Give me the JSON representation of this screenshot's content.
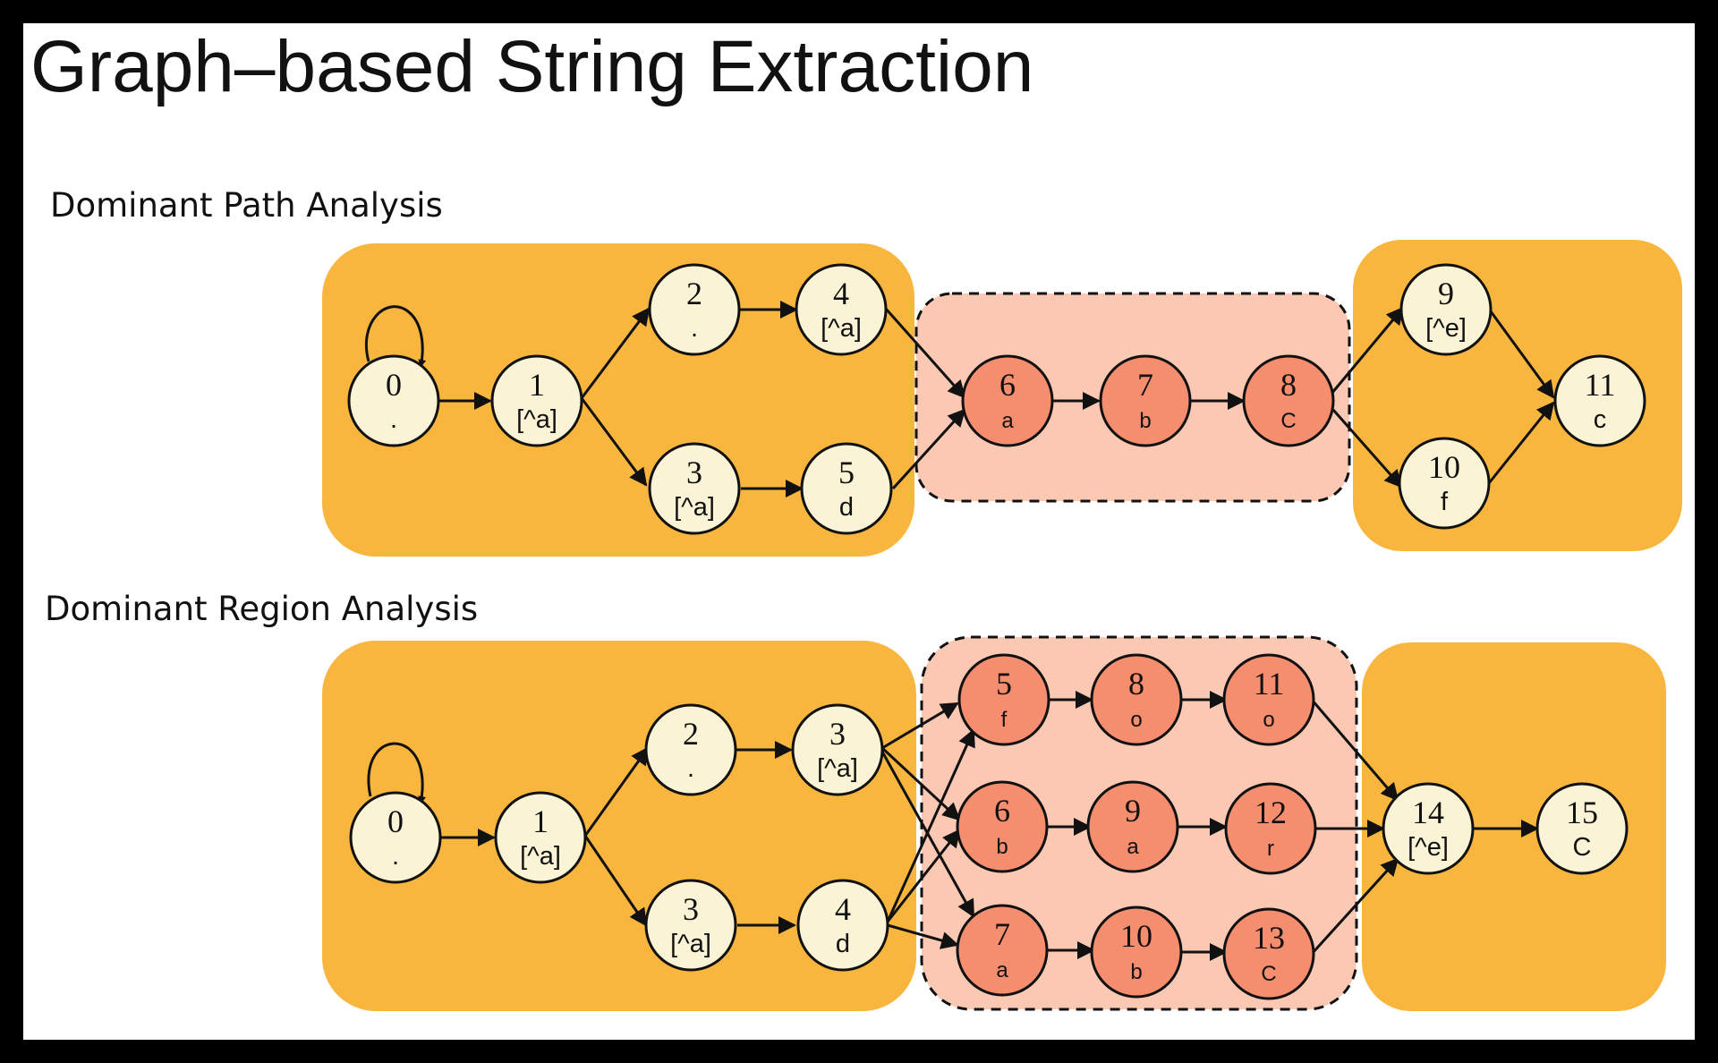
{
  "title": "Graph–based String Extraction",
  "colors": {
    "frame": "#000000",
    "background": "#ffffff",
    "region_orange": "#f9b63e",
    "region_pink": "#fbc8b3",
    "node_light": "#fbf3d5",
    "node_red": "#f58d6f",
    "ink": "#111111"
  },
  "sections": [
    {
      "id": "path",
      "label": "Dominant Path Analysis",
      "nodes": [
        {
          "id": "0",
          "label": ".",
          "type": "light"
        },
        {
          "id": "1",
          "label": "[^a]",
          "type": "light"
        },
        {
          "id": "2",
          "label": ".",
          "type": "light"
        },
        {
          "id": "3",
          "label": "[^a]",
          "type": "light"
        },
        {
          "id": "4",
          "label": "[^a]",
          "type": "light"
        },
        {
          "id": "5",
          "label": "d",
          "type": "light"
        },
        {
          "id": "6",
          "label": "a",
          "type": "red"
        },
        {
          "id": "7",
          "label": "b",
          "type": "red"
        },
        {
          "id": "8",
          "label": "C",
          "type": "red"
        },
        {
          "id": "9",
          "label": "[^e]",
          "type": "light"
        },
        {
          "id": "10",
          "label": "f",
          "type": "light"
        },
        {
          "id": "11",
          "label": "c",
          "type": "light"
        }
      ],
      "edges": [
        [
          "0",
          "0"
        ],
        [
          "0",
          "1"
        ],
        [
          "1",
          "2"
        ],
        [
          "1",
          "3"
        ],
        [
          "2",
          "4"
        ],
        [
          "3",
          "5"
        ],
        [
          "4",
          "6"
        ],
        [
          "5",
          "6"
        ],
        [
          "6",
          "7"
        ],
        [
          "7",
          "8"
        ],
        [
          "8",
          "9"
        ],
        [
          "8",
          "10"
        ],
        [
          "9",
          "11"
        ],
        [
          "10",
          "11"
        ]
      ]
    },
    {
      "id": "region",
      "label": "Dominant Region Analysis",
      "nodes": [
        {
          "id": "0",
          "label": ".",
          "type": "light"
        },
        {
          "id": "1",
          "label": "[^a]",
          "type": "light"
        },
        {
          "id": "2",
          "label": ".",
          "type": "light"
        },
        {
          "id": "3",
          "label": "[^a]",
          "type": "light"
        },
        {
          "id": "3",
          "label": "[^a]",
          "type": "light"
        },
        {
          "id": "4",
          "label": "d",
          "type": "light"
        },
        {
          "id": "5",
          "label": "f",
          "type": "red"
        },
        {
          "id": "6",
          "label": "b",
          "type": "red"
        },
        {
          "id": "7",
          "label": "a",
          "type": "red"
        },
        {
          "id": "8",
          "label": "o",
          "type": "red"
        },
        {
          "id": "9",
          "label": "a",
          "type": "red"
        },
        {
          "id": "10",
          "label": "b",
          "type": "red"
        },
        {
          "id": "11",
          "label": "o",
          "type": "red"
        },
        {
          "id": "12",
          "label": "r",
          "type": "red"
        },
        {
          "id": "13",
          "label": "C",
          "type": "red"
        },
        {
          "id": "14",
          "label": "[^e]",
          "type": "light"
        },
        {
          "id": "15",
          "label": "C",
          "type": "light"
        }
      ]
    }
  ]
}
